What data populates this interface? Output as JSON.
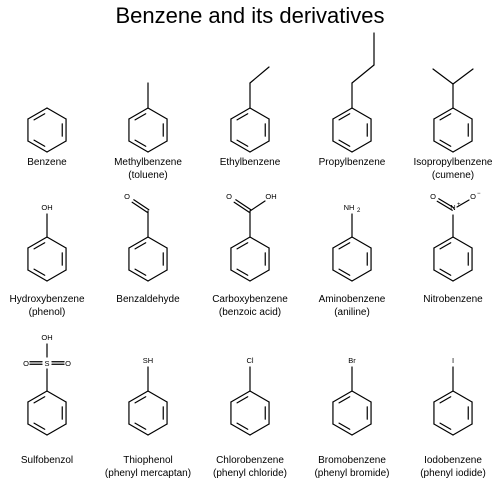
{
  "title": "Benzene and its derivatives",
  "compounds": [
    {
      "name": "Benzene",
      "alt": ""
    },
    {
      "name": "Methylbenzene",
      "alt": "(toluene)"
    },
    {
      "name": "Ethylbenzene",
      "alt": ""
    },
    {
      "name": "Propylbenzene",
      "alt": ""
    },
    {
      "name": "Isopropylbenzene",
      "alt": "(cumene)"
    },
    {
      "name": "Hydroxybenzene",
      "alt": "(phenol)",
      "atom": "OH"
    },
    {
      "name": "Benzaldehyde",
      "alt": "",
      "atom": "O"
    },
    {
      "name": "Carboxybenzene",
      "alt": "(benzoic acid)",
      "atom": "O",
      "atom2": "OH"
    },
    {
      "name": "Aminobenzene",
      "alt": "(aniline)",
      "atom": "NH",
      "atom_sub": "2"
    },
    {
      "name": "Nitrobenzene",
      "alt": "",
      "atom": "O",
      "atom2": "N",
      "atom2_sup": "+",
      "atom3": "O",
      "atom3_sup": "−"
    },
    {
      "name": "Sulfobenzol",
      "alt": "",
      "atom": "OH",
      "atom2": "S",
      "atom3": "O",
      "atom4": "O"
    },
    {
      "name": "Thiophenol",
      "alt": "(phenyl mercaptan)",
      "atom": "SH"
    },
    {
      "name": "Chlorobenzene",
      "alt": "(phenyl chloride)",
      "atom": "Cl"
    },
    {
      "name": "Bromobenzene",
      "alt": "(phenyl bromide)",
      "atom": "Br"
    },
    {
      "name": "Iodobenzene",
      "alt": "(phenyl iodide)",
      "atom": "I"
    }
  ]
}
